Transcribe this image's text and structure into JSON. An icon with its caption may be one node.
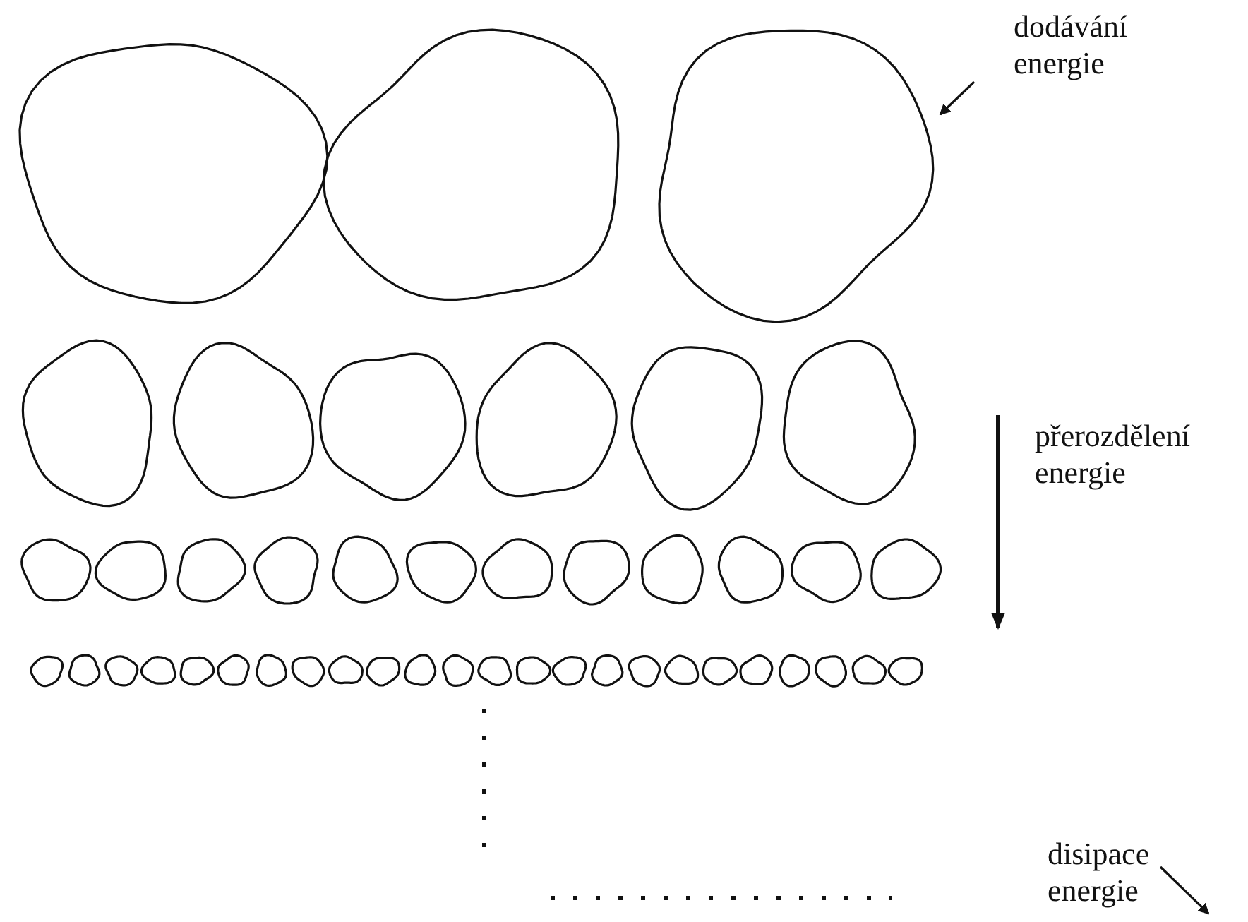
{
  "diagram": {
    "labels": [
      "dodávání energie",
      "přerozdělení energie",
      "disipace energie"
    ]
  }
}
